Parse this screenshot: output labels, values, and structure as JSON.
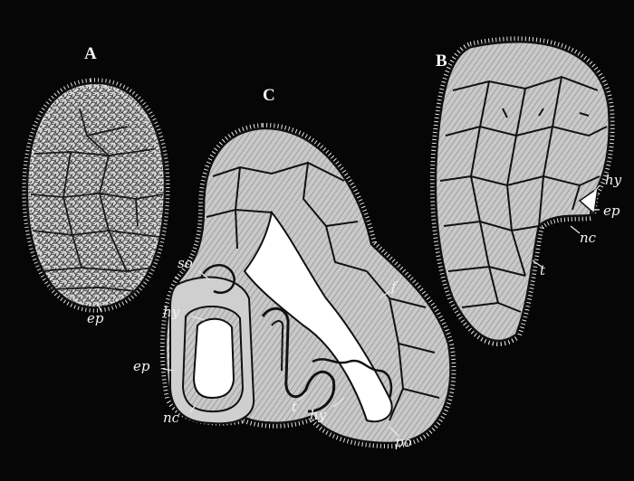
{
  "figures": {
    "a": "A",
    "b": "B",
    "c": "C"
  },
  "labels": {
    "a_ep": "ep",
    "b_hy": "hy",
    "b_ep": "ep",
    "b_nc": "nc",
    "b_t": "t",
    "c_so": "so",
    "c_hy_upper": "hy",
    "c_ep": "ep",
    "c_nc": "nc",
    "c_t": "t",
    "c_hy_lower": "hy",
    "c_f": "f",
    "c_po": "po"
  },
  "colors": {
    "background": "#060606",
    "tissue_fill": "#bdbdbd",
    "cell_line": "#111111",
    "cilia": "#e6e6e6"
  }
}
